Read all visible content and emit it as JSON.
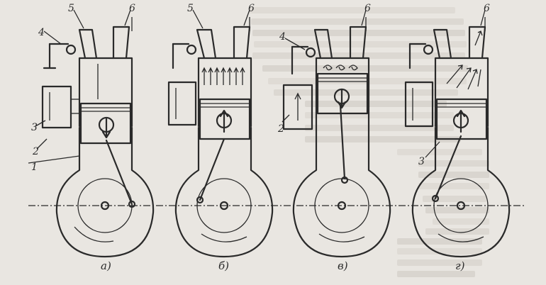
{
  "figure": {
    "panels": [
      {
        "caption": "а)",
        "labels": [
          "1",
          "2",
          "3",
          "4",
          "5",
          "6"
        ]
      },
      {
        "caption": "б)",
        "labels": [
          "5",
          "6"
        ]
      },
      {
        "caption": "в)",
        "labels": [
          "2",
          "4",
          "6"
        ]
      },
      {
        "caption": "г)",
        "labels": [
          "3",
          "6"
        ]
      }
    ]
  },
  "colors": {
    "ink": "#2a2a2a",
    "paper": "#e9e6e1",
    "bleed": "#d2cec7"
  }
}
